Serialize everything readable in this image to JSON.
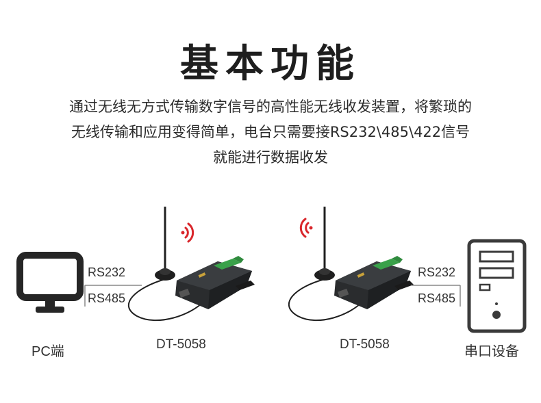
{
  "title": "基本功能",
  "description": {
    "line1": "通过无线无方式传输数字信号的高性能无线收发装置，将繁琐的",
    "line2": "无线传输和应用变得简单，电台只需要接RS232\\485\\422信号",
    "line3": "就能进行数据收发"
  },
  "left_link": {
    "top_label": "RS232",
    "bottom_label": "RS485"
  },
  "right_link": {
    "top_label": "RS232",
    "bottom_label": "RS485"
  },
  "pc_label": "PC端",
  "device_left_label": "DT-5058",
  "device_right_label": "DT-5058",
  "serial_device_label": "串口设备",
  "colors": {
    "signal": "#d9262b",
    "device_body": "#2a2c2e",
    "terminal": "#3aa14a",
    "outline": "#262626"
  }
}
